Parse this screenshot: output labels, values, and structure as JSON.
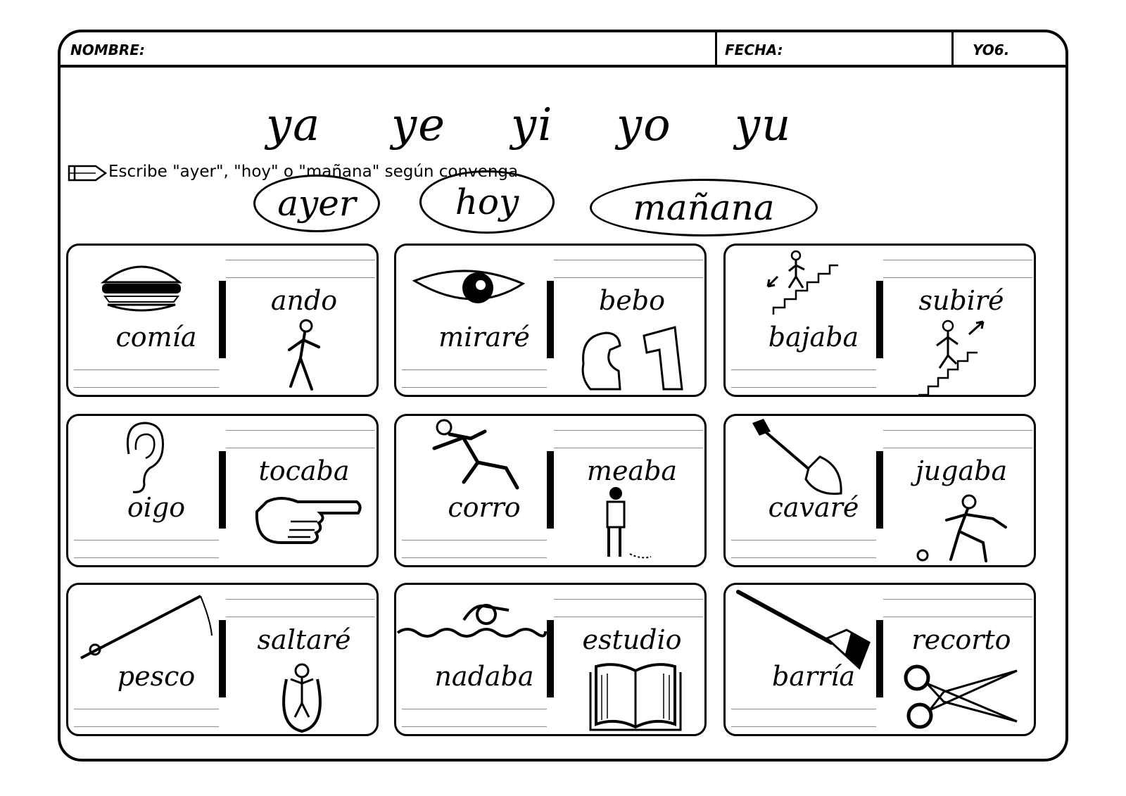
{
  "header": {
    "nombre_label": "NOMBRE:",
    "fecha_label": "FECHA:",
    "code": "YO6."
  },
  "syllables": [
    "ya",
    "ye",
    "yi",
    "yo",
    "yu"
  ],
  "instruction": "Escribe \"ayer\", \"hoy\" o \"mañana\" según convenga.",
  "options": [
    "ayer",
    "hoy",
    "mañana"
  ],
  "cards": [
    {
      "left_word": "comía",
      "right_word": "ando",
      "left_icon": "hamburger-icon",
      "right_icon": "walking-person-icon"
    },
    {
      "left_word": "miraré",
      "right_word": "bebo",
      "left_icon": "eye-icon",
      "right_icon": "drinking-fountain-icon"
    },
    {
      "left_word": "bajaba",
      "right_word": "subiré",
      "left_icon": "stairs-down-icon",
      "right_icon": "stairs-up-icon"
    },
    {
      "left_word": "oigo",
      "right_word": "tocaba",
      "left_icon": "ear-icon",
      "right_icon": "pointing-hand-icon"
    },
    {
      "left_word": "corro",
      "right_word": "meaba",
      "left_icon": "running-person-icon",
      "right_icon": "boy-peeing-icon"
    },
    {
      "left_word": "cavaré",
      "right_word": "jugaba",
      "left_icon": "shovel-icon",
      "right_icon": "playing-ball-icon"
    },
    {
      "left_word": "pesco",
      "right_word": "saltaré",
      "left_icon": "fishing-rod-icon",
      "right_icon": "jumping-rope-icon"
    },
    {
      "left_word": "nadaba",
      "right_word": "estudio",
      "left_icon": "swimmer-icon",
      "right_icon": "open-book-icon"
    },
    {
      "left_word": "barría",
      "right_word": "recorto",
      "left_icon": "broom-icon",
      "right_icon": "scissors-icon"
    }
  ]
}
